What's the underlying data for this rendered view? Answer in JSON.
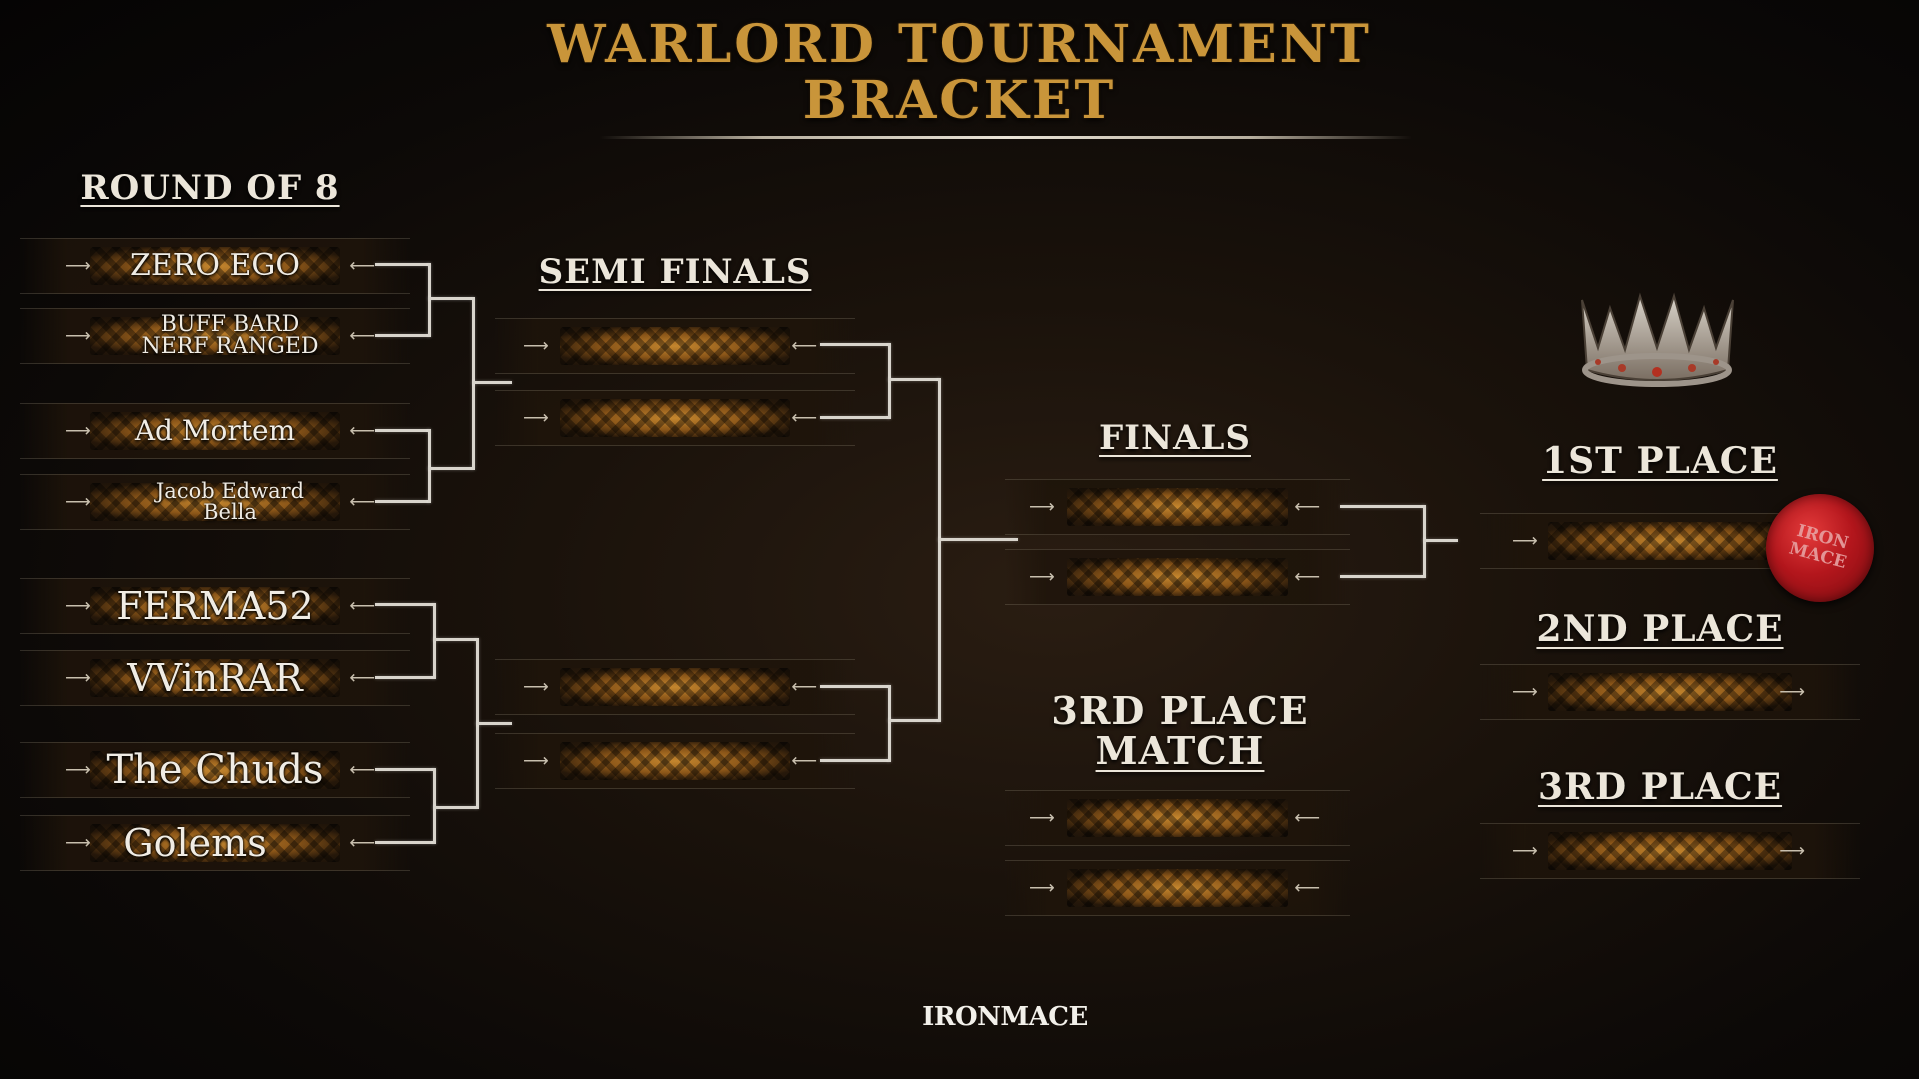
{
  "title": {
    "line1": "WARLORD TOURNAMENT",
    "line2": "BRACKET"
  },
  "headers": {
    "round_of_8": "ROUND OF 8",
    "semi_finals": "SEMI FINALS",
    "finals": "FINALS",
    "third_place_match_line1": "3RD PLACE",
    "third_place_match_line2": "MATCH",
    "first_place": "1ST PLACE",
    "second_place": "2ND PLACE",
    "third_place": "3RD PLACE"
  },
  "round_of_8": [
    {
      "line1": "ZERO EGO",
      "line2": ""
    },
    {
      "line1": "BUFF BARD",
      "line2": "NERF RANGED"
    },
    {
      "line1": "Ad Mortem",
      "line2": ""
    },
    {
      "line1": "Jacob Edward",
      "line2": "Bella"
    },
    {
      "line1": "FERMA52",
      "line2": ""
    },
    {
      "line1": "VVinRAR",
      "line2": ""
    },
    {
      "line1": "The Chuds",
      "line2": ""
    },
    {
      "line1": "Golems",
      "line2": ""
    }
  ],
  "seal_text": {
    "line1": "IRON",
    "line2": "MACE"
  },
  "logo": "IRONMACE",
  "icons": {
    "slot_arrow": "arrow-icon",
    "crown": "crown-icon",
    "seal": "wax-seal-icon"
  },
  "colors": {
    "title": "#c9953a",
    "header": "#ece6da",
    "slot_glow": "#c4862e",
    "seal": "#b3161c"
  }
}
